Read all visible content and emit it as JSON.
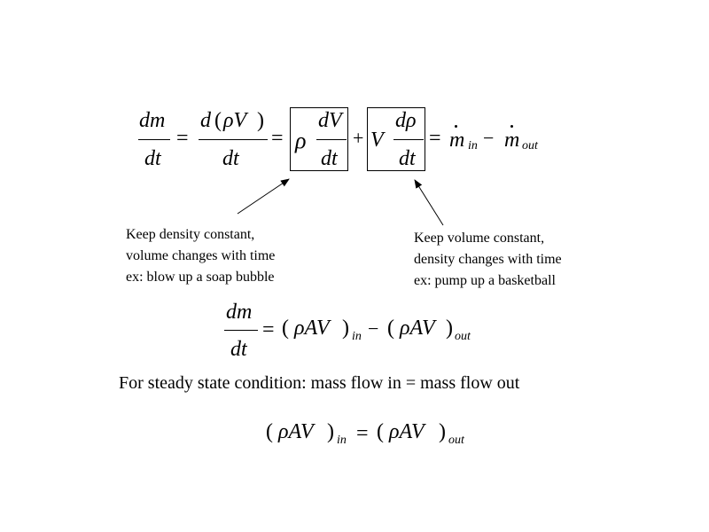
{
  "equation1": {
    "lhs_num": "dm",
    "lhs_den": "dt",
    "eq1": "=",
    "mid_num_d": "d",
    "mid_num_paren_open": "(",
    "mid_num_rhoV": "ρV",
    "mid_num_paren_close": ")",
    "mid_den": "dt",
    "eq2": "=",
    "rho": "ρ",
    "box1_num": "dV",
    "box1_den": "dt",
    "plus": "+",
    "V": "V",
    "box2_num": "dρ",
    "box2_den": "dt",
    "eq3": "=",
    "mdot_in": "m",
    "in_sub": "in",
    "minus": "−",
    "mdot_out": "m",
    "out_sub": "out"
  },
  "notes": {
    "left": [
      "Keep density constant,",
      "volume changes with time",
      "ex: blow up a soap bubble"
    ],
    "right": [
      "Keep volume constant,",
      "density changes with time",
      "ex: pump up a basketball"
    ]
  },
  "equation2": {
    "num": "dm",
    "den": "dt",
    "eq": "=",
    "po1": "(",
    "rhoAV1": "ρAV",
    "pc1": ")",
    "in_sub": "in",
    "minus": "−",
    "po2": "(",
    "rhoAV2": "ρAV",
    "pc2": ")",
    "out_sub": "out"
  },
  "steady_state_text": "For steady state condition: mass flow in = mass flow out",
  "equation3": {
    "po1": "(",
    "rhoAV1": "ρAV",
    "pc1": ")",
    "in_sub": "in",
    "eq": "=",
    "po2": "(",
    "rhoAV2": "ρAV",
    "pc2": ")",
    "out_sub": "out"
  }
}
